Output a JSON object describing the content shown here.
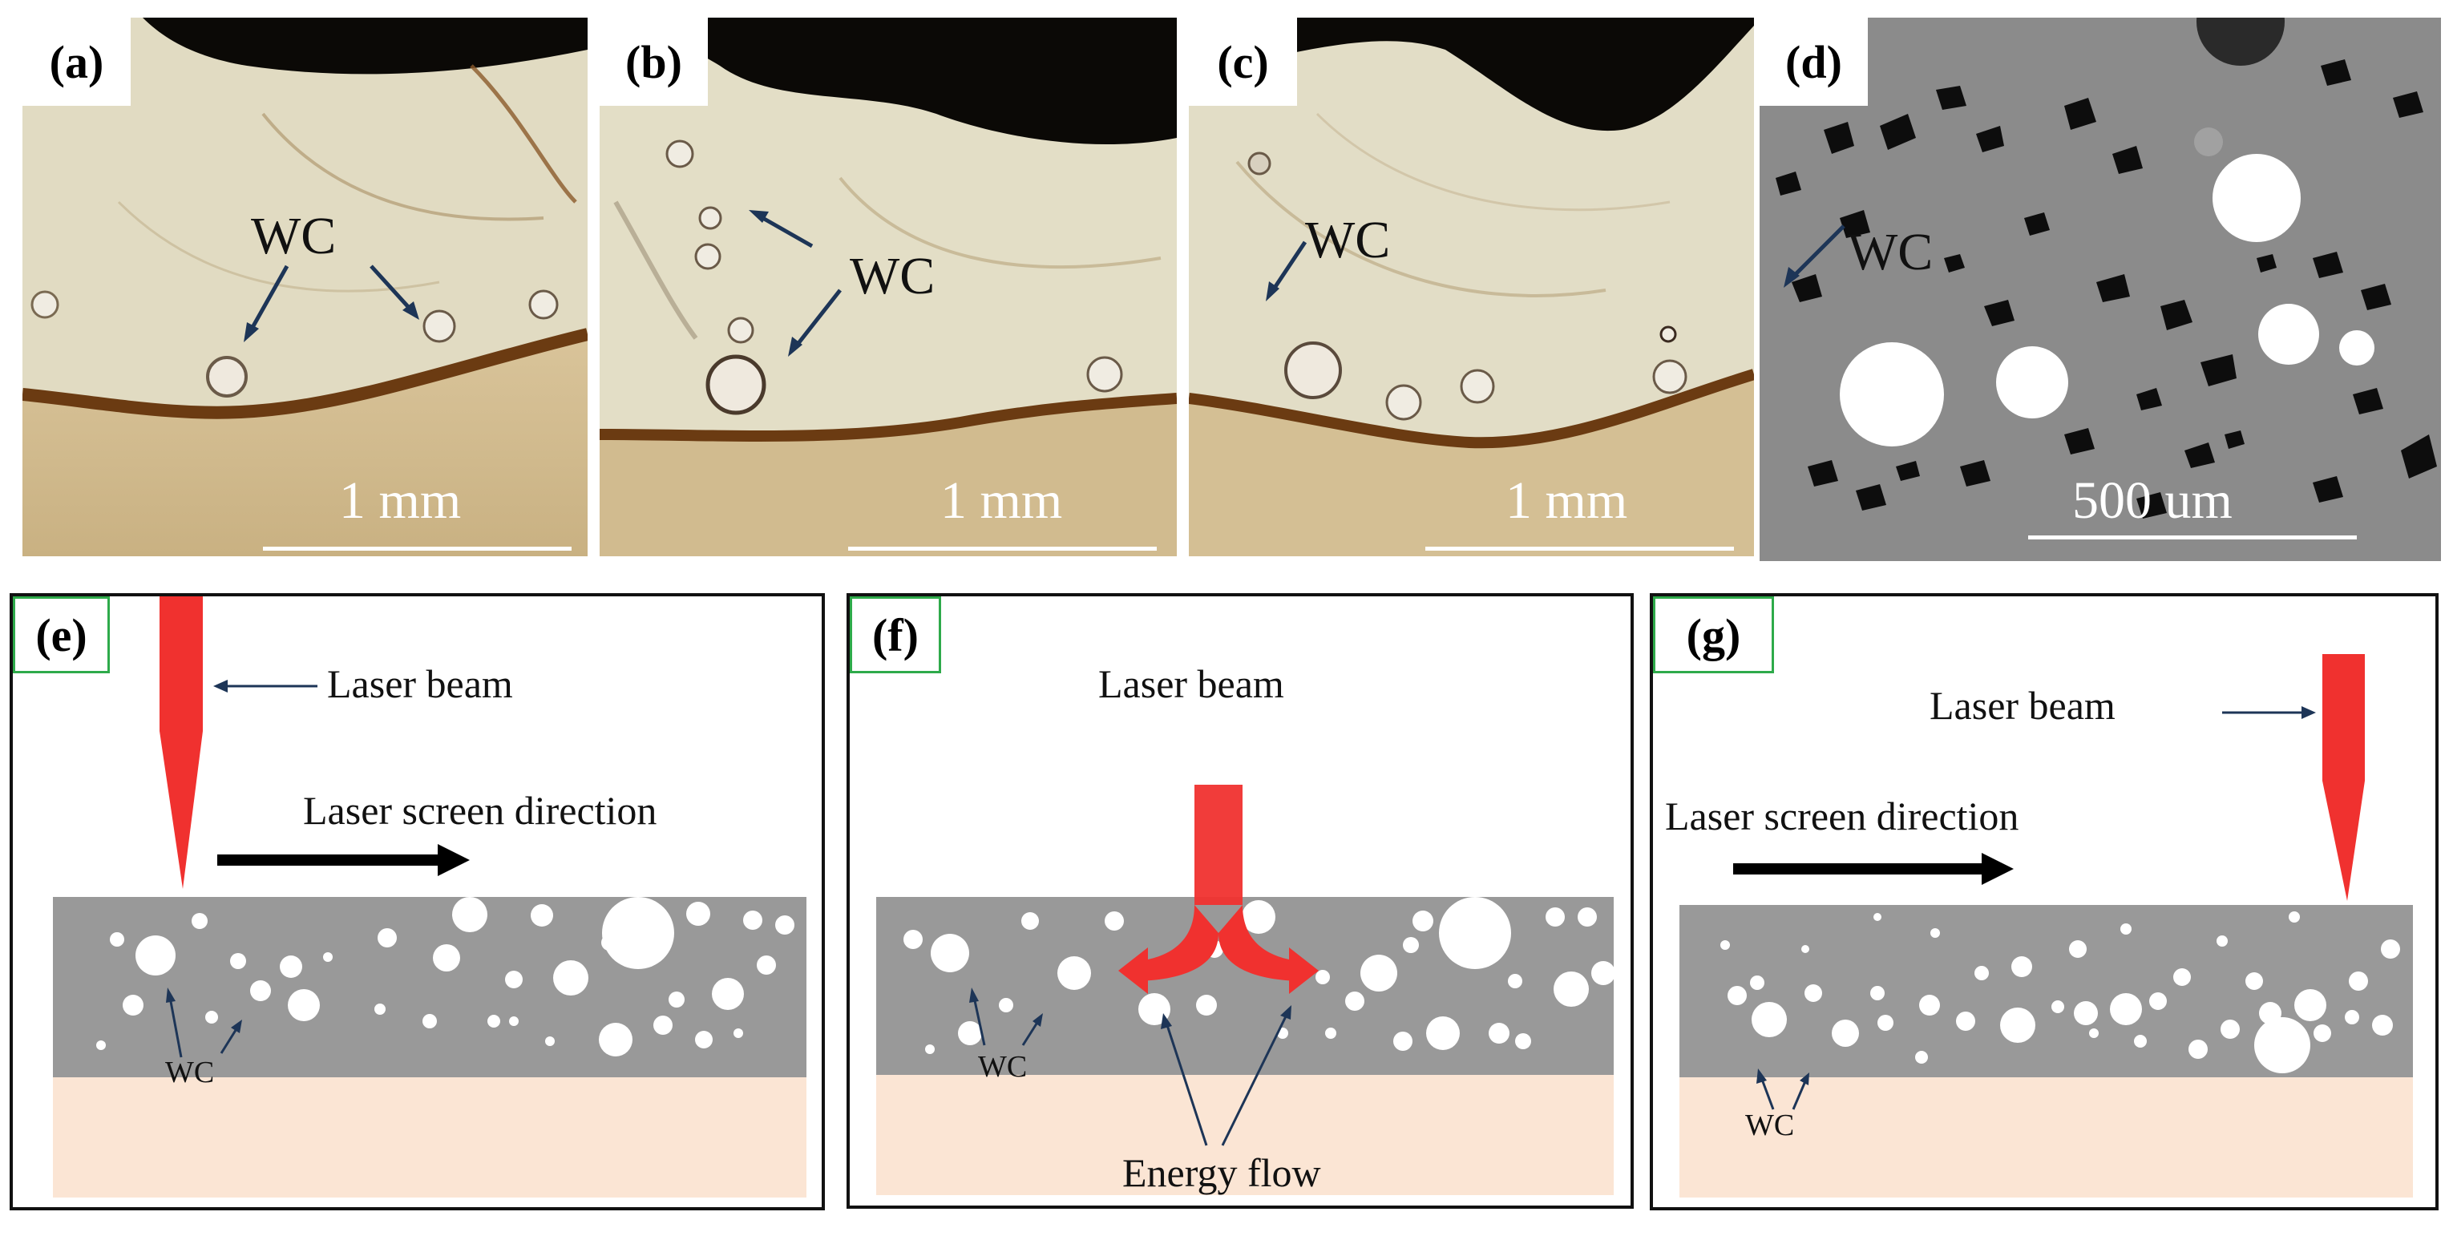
{
  "micrographs": {
    "a": {
      "label": "(a)",
      "annotation": "WC",
      "scale": "1 mm"
    },
    "b": {
      "label": "(b)",
      "annotation": "WC",
      "scale": "1 mm"
    },
    "c": {
      "label": "(c)",
      "annotation": "WC",
      "scale": "1 mm"
    },
    "d": {
      "label": "(d)",
      "annotation": "WC",
      "scale": "500 um"
    }
  },
  "schematics": {
    "e": {
      "label": "(e)",
      "beam": "Laser beam",
      "direction": "Laser screen direction",
      "particle": "WC"
    },
    "f": {
      "label": "(f)",
      "beam": "Laser beam",
      "flow": "Energy flow",
      "particle": "WC"
    },
    "g": {
      "label": "(g)",
      "beam": "Laser beam",
      "direction": "Laser screen direction",
      "particle": "WC"
    }
  },
  "colors": {
    "laser": "#f0312f",
    "coating": "#999999",
    "substrate": "#fbe5d4",
    "arrow": "#1d3557",
    "label_border": "#2eaa4a"
  }
}
